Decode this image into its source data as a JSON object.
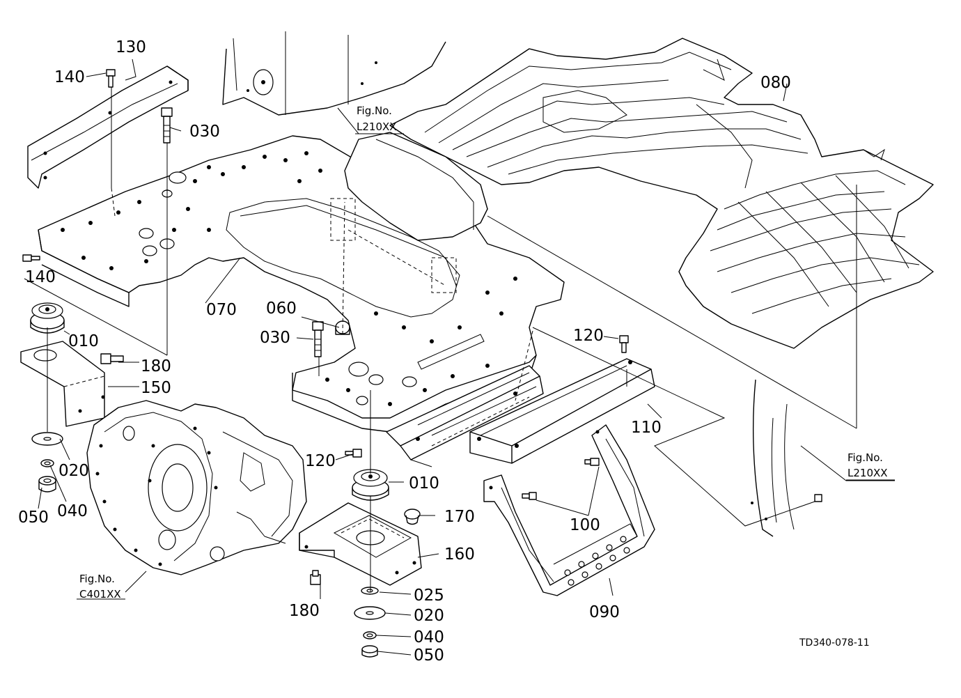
{
  "callouts": [
    {
      "id": "130a",
      "text": "130"
    },
    {
      "id": "140a",
      "text": "140"
    },
    {
      "id": "030a",
      "text": "030"
    },
    {
      "id": "140b",
      "text": "140"
    },
    {
      "id": "070",
      "text": "070"
    },
    {
      "id": "060",
      "text": "060"
    },
    {
      "id": "030b",
      "text": "030"
    },
    {
      "id": "010a",
      "text": "010"
    },
    {
      "id": "180a",
      "text": "180"
    },
    {
      "id": "150",
      "text": "150"
    },
    {
      "id": "020a",
      "text": "020"
    },
    {
      "id": "040a",
      "text": "040"
    },
    {
      "id": "050a",
      "text": "050"
    },
    {
      "id": "120a",
      "text": "120"
    },
    {
      "id": "010b",
      "text": "010"
    },
    {
      "id": "170",
      "text": "170"
    },
    {
      "id": "160",
      "text": "160"
    },
    {
      "id": "180b",
      "text": "180"
    },
    {
      "id": "025",
      "text": "025"
    },
    {
      "id": "020b",
      "text": "020"
    },
    {
      "id": "040b",
      "text": "040"
    },
    {
      "id": "050b",
      "text": "050"
    },
    {
      "id": "080",
      "text": "080"
    },
    {
      "id": "120b",
      "text": "120"
    },
    {
      "id": "110",
      "text": "110"
    },
    {
      "id": "100",
      "text": "100"
    },
    {
      "id": "090",
      "text": "090"
    }
  ],
  "fig_refs": [
    {
      "label": "Fig.No.",
      "code": "L210XX"
    },
    {
      "label": "Fig.No.",
      "code": "L210XX"
    },
    {
      "label": "Fig.No.",
      "code": "C401XX"
    }
  ],
  "drawing_code": "TD340-078-11"
}
